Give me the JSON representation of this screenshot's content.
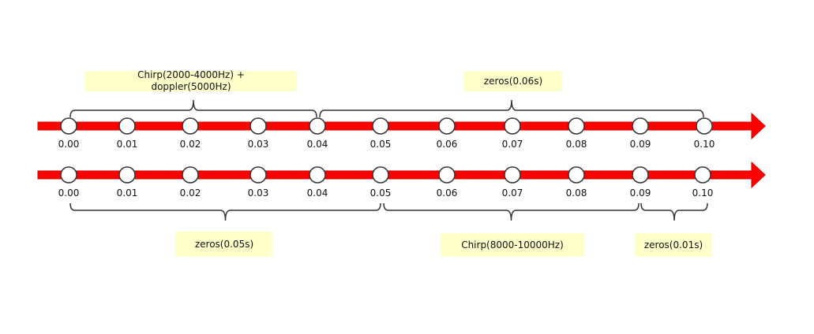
{
  "timeline_top": {
    "ticks": [
      "0.00",
      "0.01",
      "0.02",
      "0.03",
      "0.04",
      "0.05",
      "0.06",
      "0.07",
      "0.08",
      "0.09",
      "0.10"
    ],
    "segments": [
      {
        "label": "Chirp(2000-4000Hz) +\ndoppler(5000Hz)",
        "start": 0.0,
        "end": 0.04
      },
      {
        "label": "zeros(0.06s)",
        "start": 0.04,
        "end": 0.1
      }
    ]
  },
  "timeline_bottom": {
    "ticks": [
      "0.00",
      "0.01",
      "0.02",
      "0.03",
      "0.04",
      "0.05",
      "0.06",
      "0.07",
      "0.08",
      "0.09",
      "0.10"
    ],
    "segments": [
      {
        "label": "zeros(0.05s)",
        "start": 0.0,
        "end": 0.05
      },
      {
        "label": "Chirp(8000-10000Hz)",
        "start": 0.05,
        "end": 0.09
      },
      {
        "label": "zeros(0.01s)",
        "start": 0.09,
        "end": 0.1
      }
    ]
  },
  "colors": {
    "arrow": "#ff0000",
    "arrow_outline": "#cc0000",
    "marker_fill": "#ffffff",
    "marker_stroke": "#333333",
    "note_bg": "#ffffcc",
    "brace": "#333333"
  }
}
